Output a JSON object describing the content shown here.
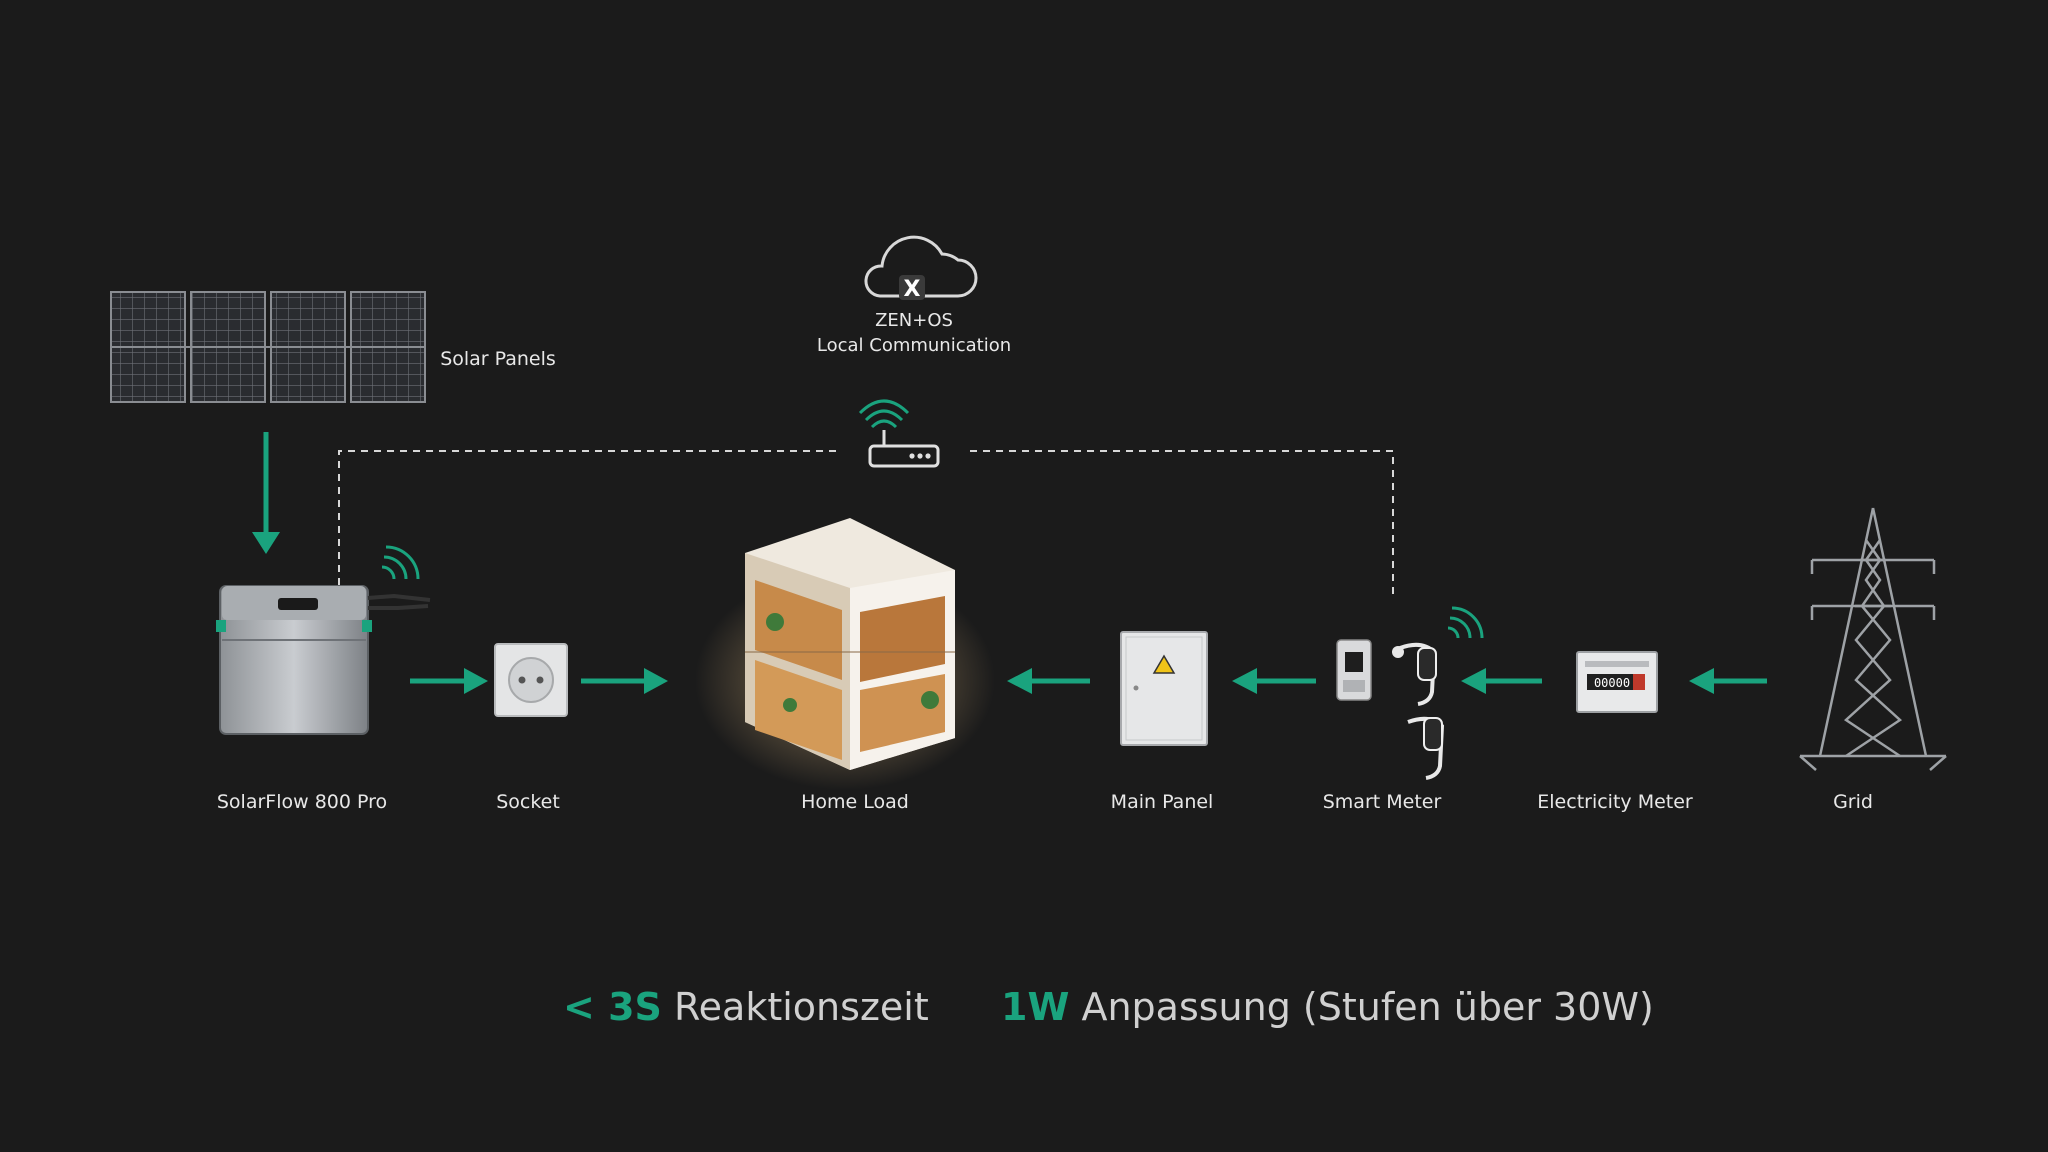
{
  "cloud": {
    "icon": "cloud-x-icon",
    "letter": "X",
    "line1": "ZEN+OS",
    "line2": "Local Communication"
  },
  "nodes": {
    "solar_panels": "Solar Panels",
    "solarflow": "SolarFlow 800 Pro",
    "socket": "Socket",
    "home_load": "Home Load",
    "main_panel": "Main Panel",
    "smart_meter": "Smart Meter",
    "electricity_meter": "Electricity Meter",
    "grid": "Grid"
  },
  "meter_reading": "00000",
  "metrics": [
    {
      "value": "< 3S",
      "text": "Reaktionszeit"
    },
    {
      "value": "1W",
      "text": "Anpassung (Stufen über 30W)"
    }
  ],
  "colors": {
    "background": "#1b1b1b",
    "accent_green": "#1aa37e",
    "text": "#e8e8e8"
  }
}
